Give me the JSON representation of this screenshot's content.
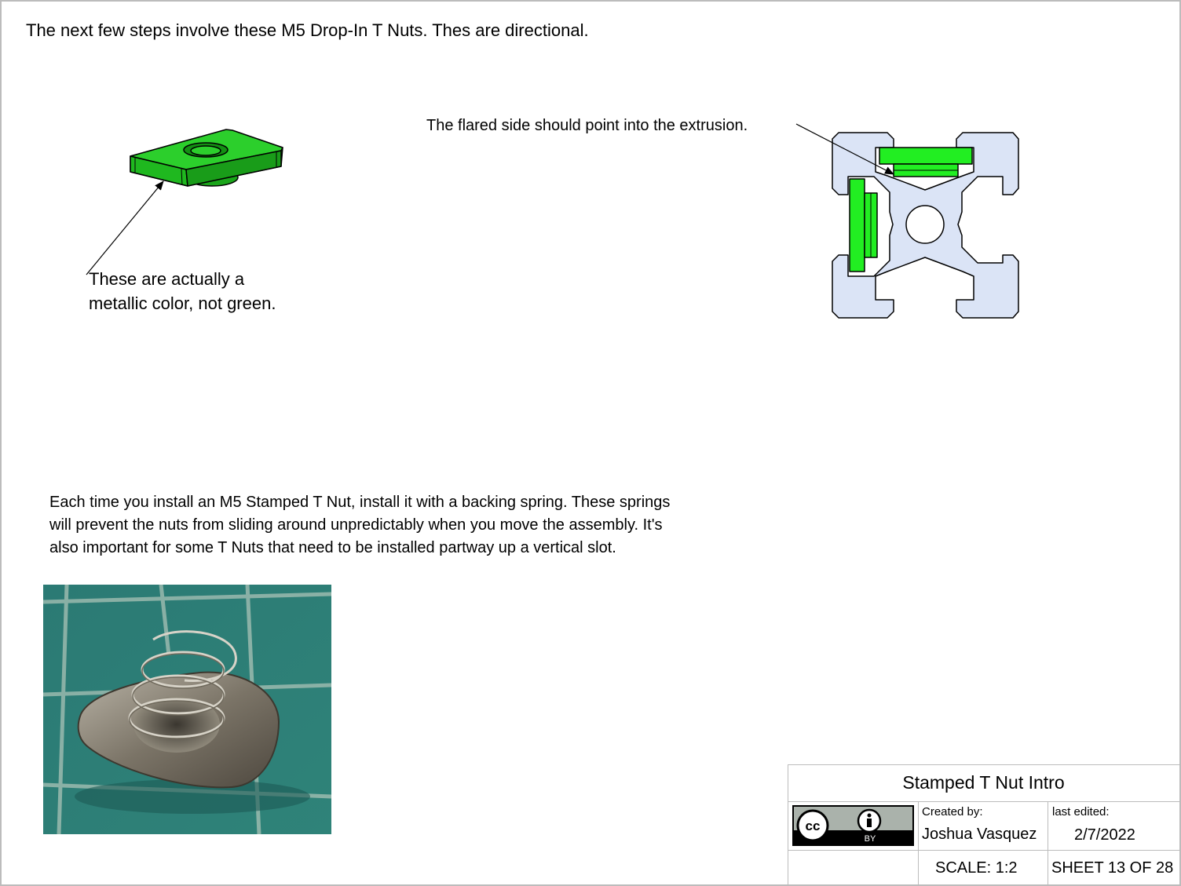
{
  "intro_text": "The next few steps involve these M5 Drop-In T Nuts. Thes are directional.",
  "callouts": {
    "left_line1": "These are actually a",
    "left_line2": "metallic color, not green.",
    "right": "The flared side should point into the extrusion."
  },
  "paragraph": {
    "line1": "Each time you install an M5 Stamped T Nut, install it with a backing spring. These springs",
    "line2": "will prevent the nuts from sliding around unpredictably when you move the assembly. It's",
    "line3": "also important for some T Nuts that need to be installed partway up a vertical slot."
  },
  "colors": {
    "nut_green": "#1fbf1f",
    "nut_green_bright": "#22ee22",
    "extrusion_fill": "#dbe4f6",
    "photo_mat": "#2f7f79"
  },
  "title_block": {
    "title": "Stamped T Nut Intro",
    "license_badge": {
      "cc": "cc",
      "by": "BY"
    },
    "created_by_label": "Created by:",
    "created_by": "Joshua Vasquez",
    "last_edited_label": "last edited:",
    "last_edited": "2/7/2022",
    "scale": "SCALE: 1:2",
    "sheet": "SHEET 13 OF 28"
  }
}
